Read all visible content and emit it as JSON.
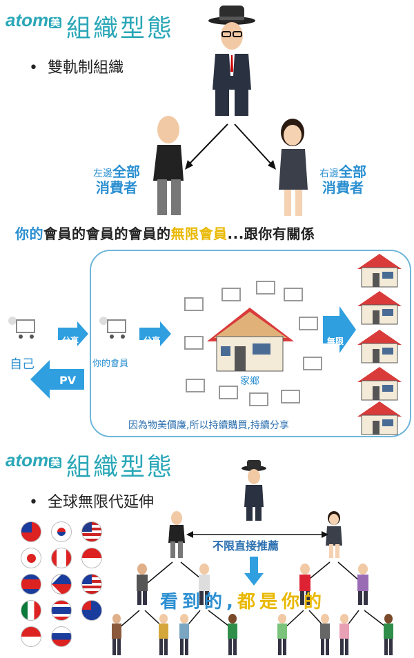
{
  "section1": {
    "logo": {
      "word": "atom",
      "mark": "美"
    },
    "title": "組織型態",
    "bullet": "雙軌制組織",
    "left_label": {
      "small": "左邊",
      "bold1": "全部",
      "bold2": "消費者"
    },
    "right_label": {
      "small": "右邊",
      "bold1": "全部",
      "bold2": "消費者"
    },
    "headline": {
      "p1": "你的",
      "p2": "會員的會員的會員的",
      "p3": "無限會員",
      "p4": "...跟你有關係"
    }
  },
  "section2": {
    "self_label": "自己",
    "share1": "分享",
    "share2": "分享",
    "pv": "PV",
    "member_label": "你的會員",
    "hometown_label": "家鄉",
    "unlimited": "無限",
    "caption": "因為物美價廉,所以持續購買,持續分享"
  },
  "section3": {
    "logo": {
      "word": "atom",
      "mark": "美"
    },
    "title": "組織型態",
    "bullet": "全球無限代延伸",
    "center_tag": "不限直接推薦",
    "slogan": {
      "p1": "看",
      "p2": "到",
      "p3": "的",
      "p4": ",",
      "p5": "都",
      "p6": "是",
      "p7": "你",
      "p8": "的"
    }
  },
  "colors": {
    "teal": "#2aa7b8",
    "blue": "#2b8fd1",
    "yellow": "#e9b800",
    "arrow": "#2f9fe0"
  },
  "flags": [
    "taiwan-flag",
    "korea-flag",
    "usa-flag",
    "japan-flag",
    "canada-flag",
    "indonesia-flag",
    "cambodia-flag",
    "philippines-flag",
    "malaysia-flag",
    "mexico-flag",
    "thailand-flag",
    "australia-flag",
    "singapore-flag",
    "russia-flag"
  ]
}
